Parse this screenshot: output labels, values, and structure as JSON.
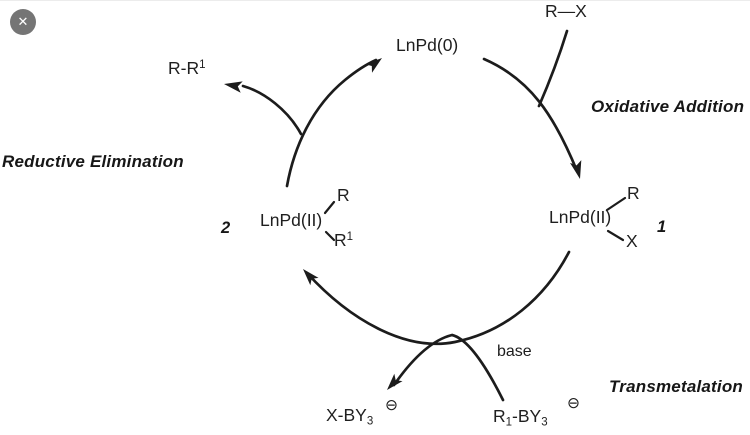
{
  "window": {
    "close_icon": "✕"
  },
  "cycle": {
    "catalyst_top": "LnPd(0)",
    "reactant_rx": "R—X",
    "steps": {
      "oxidative_addition": "Oxidative Addition",
      "transmetalation": "Transmetalation",
      "reductive_elimination": "Reductive Elimination"
    },
    "complex1": {
      "formula": "LnPd(II)",
      "ligand_top": "R",
      "ligand_bottom": "X",
      "number": "1"
    },
    "complex2": {
      "formula": "LnPd(II)",
      "ligand_top": "R",
      "ligand_bottom_main": "R",
      "ligand_bottom_sup": "1",
      "number": "2"
    },
    "product": {
      "main": "R-R",
      "sup": "1"
    },
    "base_label": "base",
    "borate_out": {
      "main": "X-BY",
      "sub": "3",
      "charge": "⊖"
    },
    "borate_in": {
      "pre": "R",
      "sub1": "1",
      "mid": "-BY",
      "sub3": "3",
      "charge": "⊖"
    }
  },
  "colors": {
    "stroke": "#1c1c1c",
    "close_button_bg": "#757575"
  }
}
